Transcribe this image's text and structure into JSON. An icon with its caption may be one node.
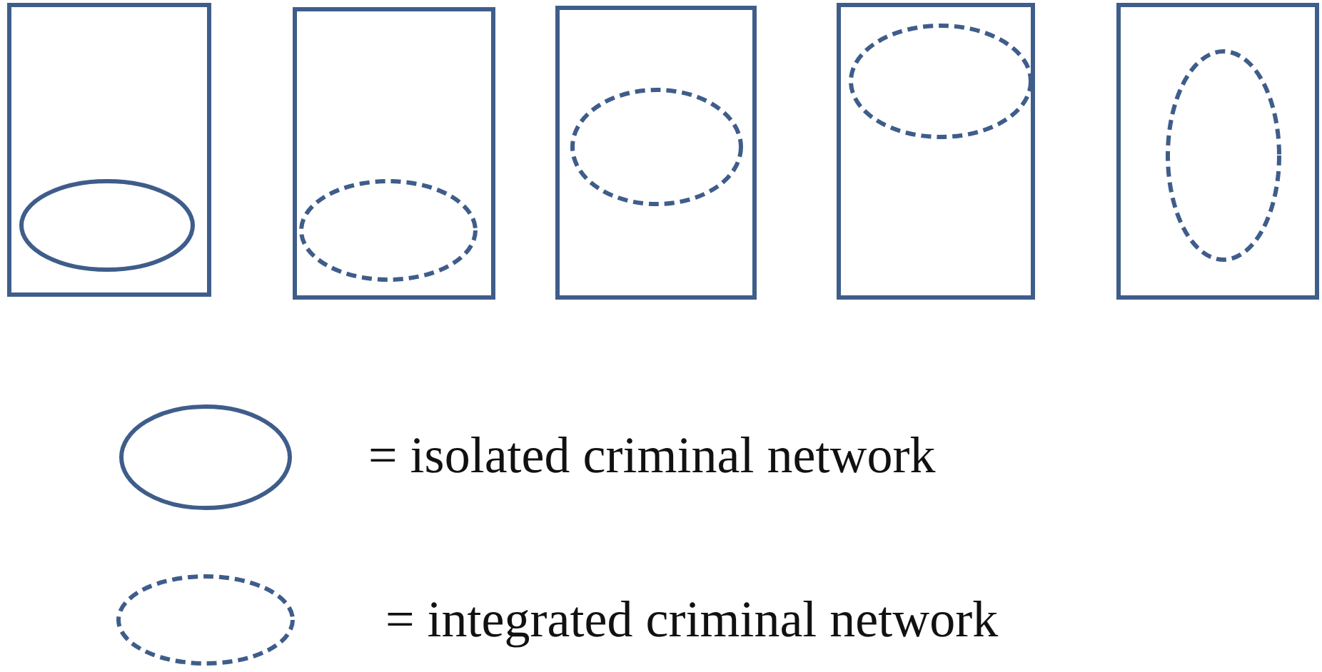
{
  "diagram": {
    "nodes": [
      {
        "text": [],
        "shape": "box"
      },
      {
        "text": [],
        "shape": "circle",
        "in": 0
      },
      {
        "text": [],
        "shape": "box"
      },
      {
        "text": [],
        "shape": "circle",
        "in": 2
      },
      {
        "text": [],
        "shape": "box"
      },
      {
        "text": [],
        "shape": "circle",
        "in": 4
      },
      {
        "text": [],
        "shape": "box"
      },
      {
        "text": [],
        "shape": "circle",
        "in": 6
      },
      {
        "text": [],
        "shape": "box"
      },
      {
        "text": [],
        "shape": "circle",
        "in": 8
      }
    ],
    "edges": [],
    "legend": [
      {
        "text": "= isolated criminal network"
      },
      {
        "text": "= integrated criminal network"
      }
    ]
  }
}
